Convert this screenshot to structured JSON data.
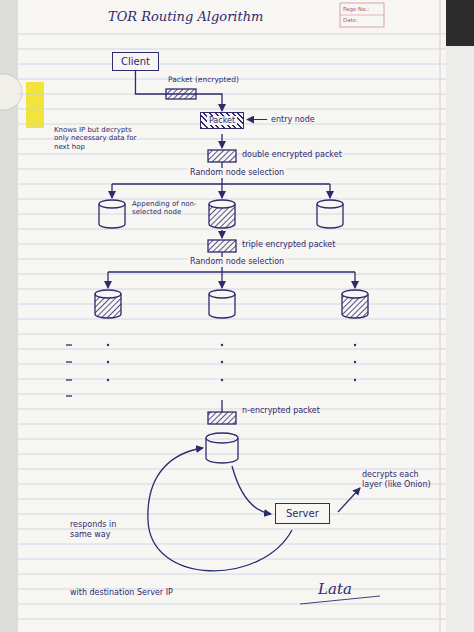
{
  "diagram": {
    "title": "TOR Routing Algorithm",
    "nodes": [
      {
        "text": [
          "Client"
        ]
      },
      {
        "text": [
          "Packet",
          "entry node"
        ]
      },
      {
        "text": [
          "Server"
        ]
      }
    ],
    "edges": [
      {
        "from": 0,
        "to": 1,
        "arrow": "to"
      }
    ],
    "labels": [
      "Page No.:",
      "Date:",
      "Packet (encrypted)",
      "Knows IP but decrypts only necessary data for next hop",
      "double encrypted packet",
      "Random node selection",
      "Appending of non-selected node",
      "triple encrypted packet",
      "Random node selection",
      "n-encrypted packet",
      "decrypts each layer (like Onion)",
      "responds in same way",
      "with destination Server IP",
      "Lata"
    ]
  }
}
